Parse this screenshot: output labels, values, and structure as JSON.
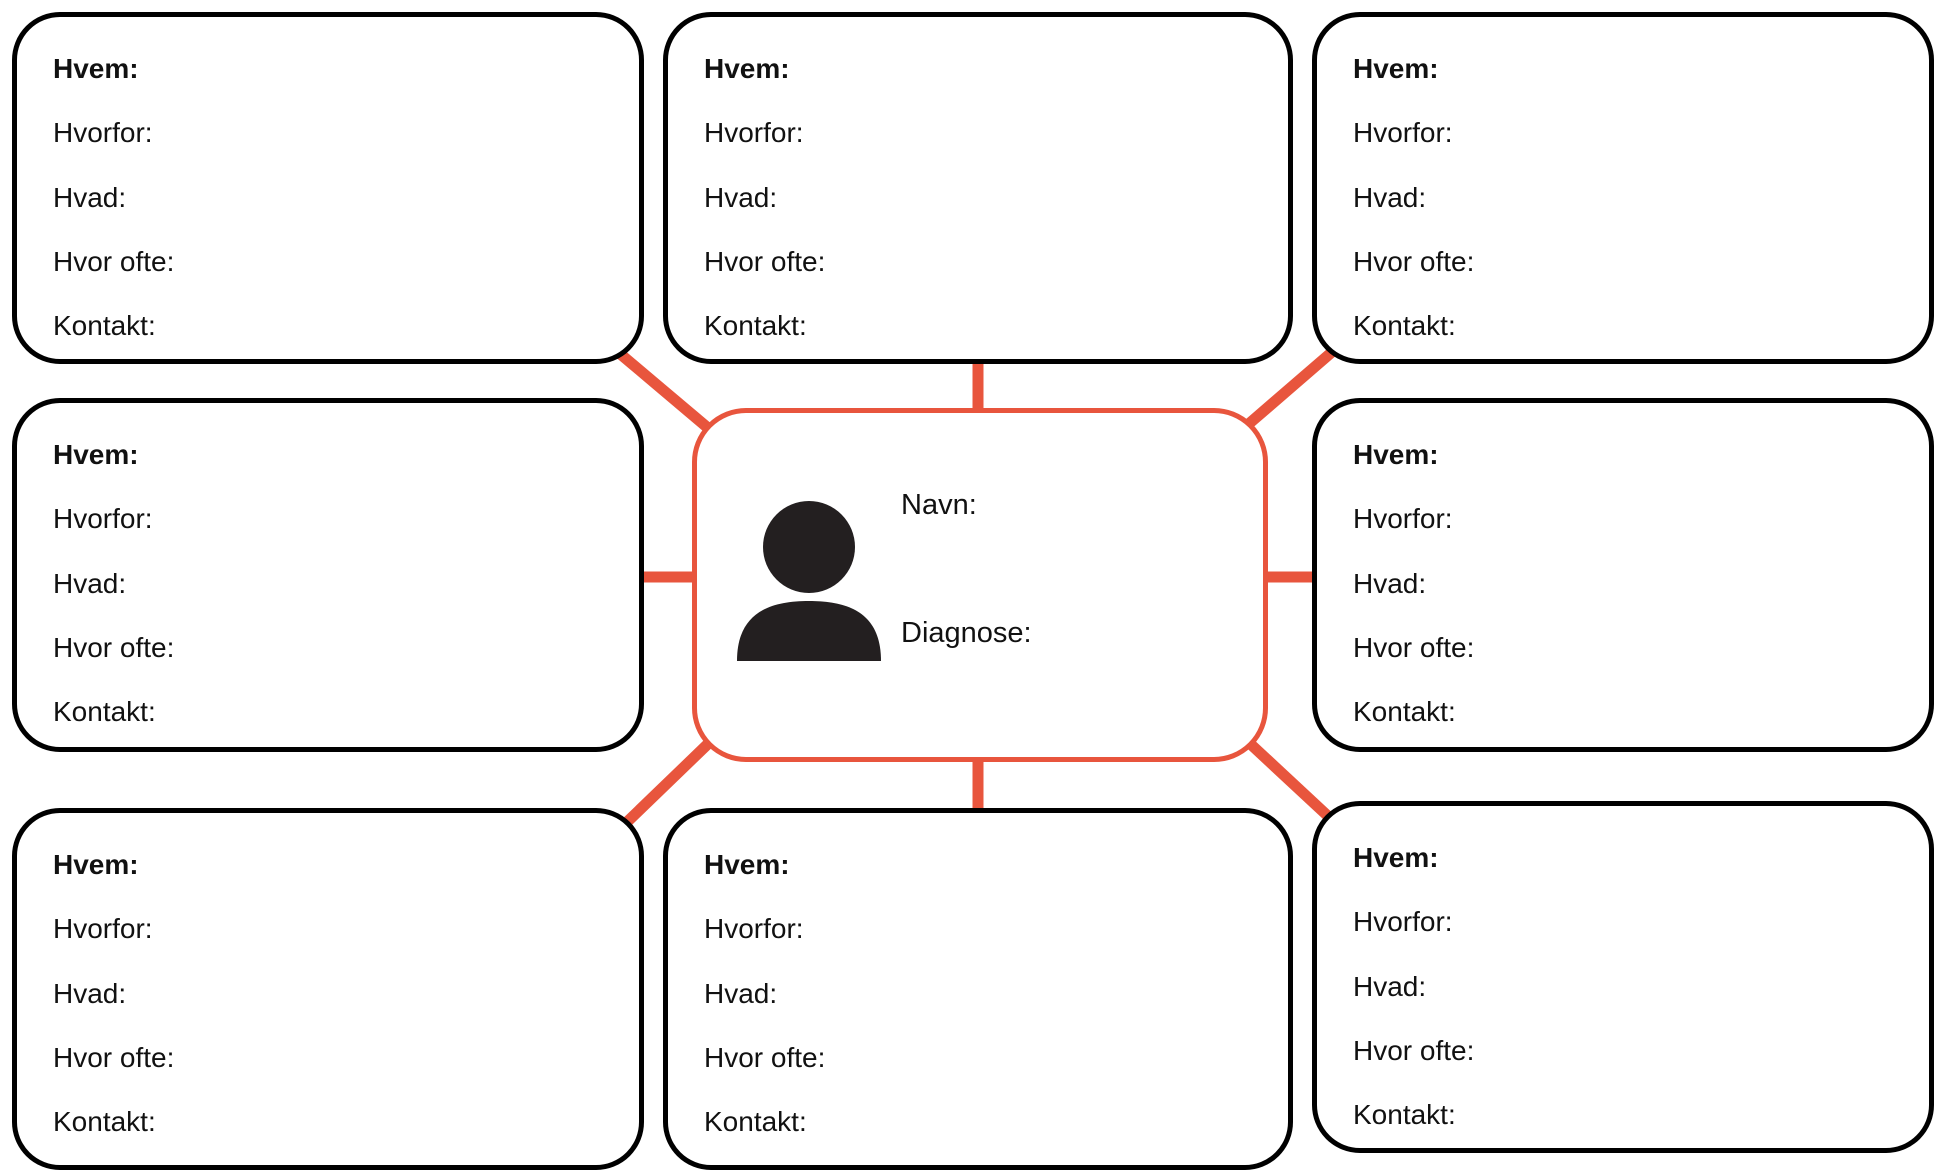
{
  "colors": {
    "accent": "#e8553d",
    "card_border": "#000000",
    "avatar": "#231f20"
  },
  "center": {
    "icon": "person-icon",
    "name_label": "Navn:",
    "diagnosis_label": "Diagnose:"
  },
  "cards": [
    {
      "who": "Hvem:",
      "why": "Hvorfor:",
      "what": "Hvad:",
      "how_often": "Hvor ofte:",
      "contact": "Kontakt:"
    },
    {
      "who": "Hvem:",
      "why": "Hvorfor:",
      "what": "Hvad:",
      "how_often": "Hvor ofte:",
      "contact": "Kontakt:"
    },
    {
      "who": "Hvem:",
      "why": "Hvorfor:",
      "what": "Hvad:",
      "how_often": "Hvor ofte:",
      "contact": "Kontakt:"
    },
    {
      "who": "Hvem:",
      "why": "Hvorfor:",
      "what": "Hvad:",
      "how_often": "Hvor ofte:",
      "contact": "Kontakt:"
    },
    {
      "who": "Hvem:",
      "why": "Hvorfor:",
      "what": "Hvad:",
      "how_often": "Hvor ofte:",
      "contact": "Kontakt:"
    },
    {
      "who": "Hvem:",
      "why": "Hvorfor:",
      "what": "Hvad:",
      "how_often": "Hvor ofte:",
      "contact": "Kontakt:"
    },
    {
      "who": "Hvem:",
      "why": "Hvorfor:",
      "what": "Hvad:",
      "how_often": "Hvor ofte:",
      "contact": "Kontakt:"
    },
    {
      "who": "Hvem:",
      "why": "Hvorfor:",
      "what": "Hvad:",
      "how_often": "Hvor ofte:",
      "contact": "Kontakt:"
    }
  ]
}
